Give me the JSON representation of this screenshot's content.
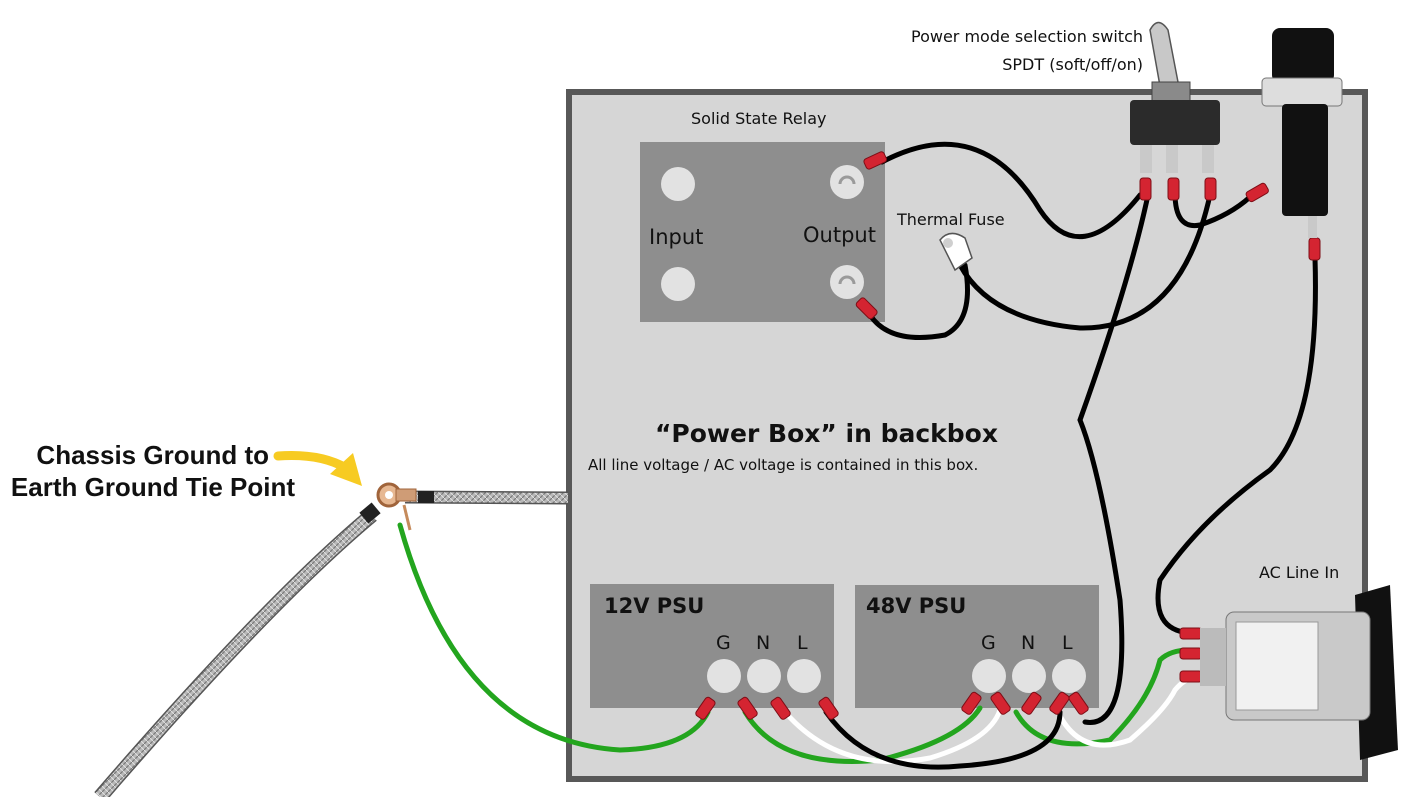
{
  "switch": {
    "title": "Power mode selection switch",
    "subtitle": "SPDT (soft/off/on)"
  },
  "relay": {
    "title": "Solid State Relay",
    "input_label": "Input",
    "output_label": "Output"
  },
  "thermal_fuse": {
    "label": "Thermal Fuse"
  },
  "power_box": {
    "title": "“Power Box” in backbox",
    "subtitle": "All line voltage / AC voltage is contained in this box."
  },
  "psu_12v": {
    "label": "12V PSU",
    "terminals": [
      "G",
      "N",
      "L"
    ]
  },
  "psu_48v": {
    "label": "48V PSU",
    "terminals": [
      "G",
      "N",
      "L"
    ]
  },
  "ac_inlet": {
    "label": "AC Line In"
  },
  "ground": {
    "line1": "Chassis Ground to",
    "line2": "Earth Ground Tie Point"
  },
  "colors": {
    "box_fill": "#d6d6d6",
    "box_border": "#585858",
    "panel": "#8e8e8e",
    "wire_black": "#000000",
    "wire_green": "#23a51e",
    "wire_white": "#ffffff",
    "connector_red": "#d42431",
    "arrow_yellow": "#f7cb22",
    "braid": "#a9a9a9"
  }
}
